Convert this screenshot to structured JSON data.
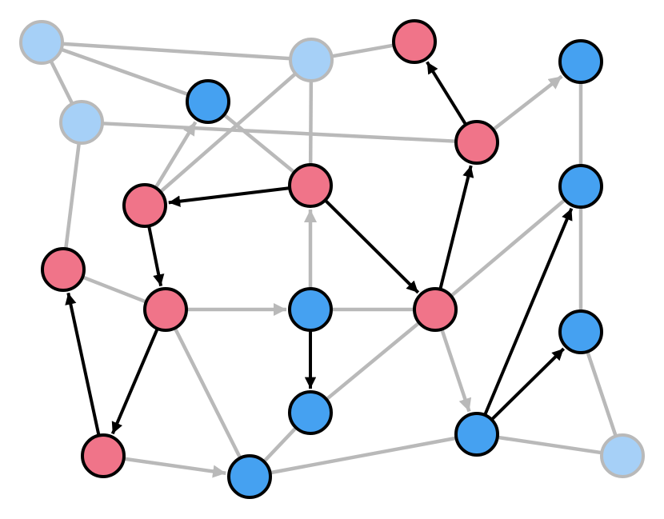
{
  "colors": {
    "background": "#ffffff",
    "edge_gray": "#b9b9b9",
    "edge_black": "#000000",
    "red_fill": "#f07489",
    "red_stroke": "#000000",
    "blue_fill": "#45a1f1",
    "blue_stroke": "#000000",
    "light_fill": "#a6d0f7",
    "light_stroke": "#b9b9b9"
  },
  "nodes": [
    {
      "id": "L1",
      "kind": "light"
    },
    {
      "id": "L2",
      "kind": "light"
    },
    {
      "id": "L3",
      "kind": "light"
    },
    {
      "id": "L4",
      "kind": "light"
    },
    {
      "id": "R1",
      "kind": "red"
    },
    {
      "id": "R2",
      "kind": "red"
    },
    {
      "id": "R3",
      "kind": "red"
    },
    {
      "id": "R4",
      "kind": "red"
    },
    {
      "id": "R5",
      "kind": "red"
    },
    {
      "id": "R6",
      "kind": "red"
    },
    {
      "id": "R7",
      "kind": "red"
    },
    {
      "id": "R8",
      "kind": "red"
    },
    {
      "id": "B1",
      "kind": "blue"
    },
    {
      "id": "B2",
      "kind": "blue"
    },
    {
      "id": "B3",
      "kind": "blue"
    },
    {
      "id": "B4",
      "kind": "blue"
    },
    {
      "id": "B5",
      "kind": "blue"
    },
    {
      "id": "B6",
      "kind": "blue"
    },
    {
      "id": "B7",
      "kind": "blue"
    },
    {
      "id": "B8",
      "kind": "blue"
    }
  ],
  "edges": [
    {
      "from": "L1",
      "to": "L2",
      "style": "gray",
      "directed": false
    },
    {
      "from": "L1",
      "to": "L3",
      "style": "gray",
      "directed": false
    },
    {
      "from": "L1",
      "to": "B1",
      "style": "gray",
      "directed": false
    },
    {
      "from": "L2",
      "to": "R2",
      "style": "gray",
      "directed": false
    },
    {
      "from": "L3",
      "to": "R3",
      "style": "gray",
      "directed": false
    },
    {
      "from": "L3",
      "to": "R1",
      "style": "gray",
      "directed": false
    },
    {
      "from": "L3",
      "to": "R4",
      "style": "gray",
      "directed": false
    },
    {
      "from": "L2",
      "to": "R5",
      "style": "gray",
      "directed": false
    },
    {
      "from": "B1",
      "to": "R3",
      "style": "gray",
      "directed": false
    },
    {
      "from": "R4",
      "to": "B1",
      "style": "gray",
      "directed": true
    },
    {
      "from": "R3",
      "to": "R4",
      "style": "black",
      "directed": true
    },
    {
      "from": "R3",
      "to": "R8",
      "style": "black",
      "directed": true
    },
    {
      "from": "R4",
      "to": "R6",
      "style": "black",
      "directed": true
    },
    {
      "from": "R5",
      "to": "R6",
      "style": "gray",
      "directed": false
    },
    {
      "from": "R6",
      "to": "R7",
      "style": "black",
      "directed": true
    },
    {
      "from": "R7",
      "to": "R5",
      "style": "black",
      "directed": true
    },
    {
      "from": "R6",
      "to": "B3",
      "style": "gray",
      "directed": true
    },
    {
      "from": "R6",
      "to": "B5",
      "style": "gray",
      "directed": false
    },
    {
      "from": "R7",
      "to": "B5",
      "style": "gray",
      "directed": true
    },
    {
      "from": "B3",
      "to": "R3",
      "style": "gray",
      "directed": true
    },
    {
      "from": "B3",
      "to": "R8",
      "style": "gray",
      "directed": false
    },
    {
      "from": "B3",
      "to": "B4",
      "style": "black",
      "directed": true
    },
    {
      "from": "B4",
      "to": "R8",
      "style": "gray",
      "directed": false
    },
    {
      "from": "B4",
      "to": "B5",
      "style": "gray",
      "directed": false
    },
    {
      "from": "B5",
      "to": "B6",
      "style": "gray",
      "directed": false
    },
    {
      "from": "R8",
      "to": "R2",
      "style": "black",
      "directed": true
    },
    {
      "from": "R2",
      "to": "R1",
      "style": "black",
      "directed": true
    },
    {
      "from": "R2",
      "to": "B2",
      "style": "gray",
      "directed": true
    },
    {
      "from": "R8",
      "to": "B7",
      "style": "gray",
      "directed": false
    },
    {
      "from": "R8",
      "to": "B6",
      "style": "gray",
      "directed": true
    },
    {
      "from": "B6",
      "to": "L4",
      "style": "gray",
      "directed": false
    },
    {
      "from": "B6",
      "to": "B7",
      "style": "black",
      "directed": true
    },
    {
      "from": "B6",
      "to": "B8",
      "style": "black",
      "directed": true
    },
    {
      "from": "B2",
      "to": "B7",
      "style": "gray",
      "directed": false
    },
    {
      "from": "B7",
      "to": "B8",
      "style": "gray",
      "directed": false
    },
    {
      "from": "B8",
      "to": "L4",
      "style": "gray",
      "directed": false
    }
  ]
}
